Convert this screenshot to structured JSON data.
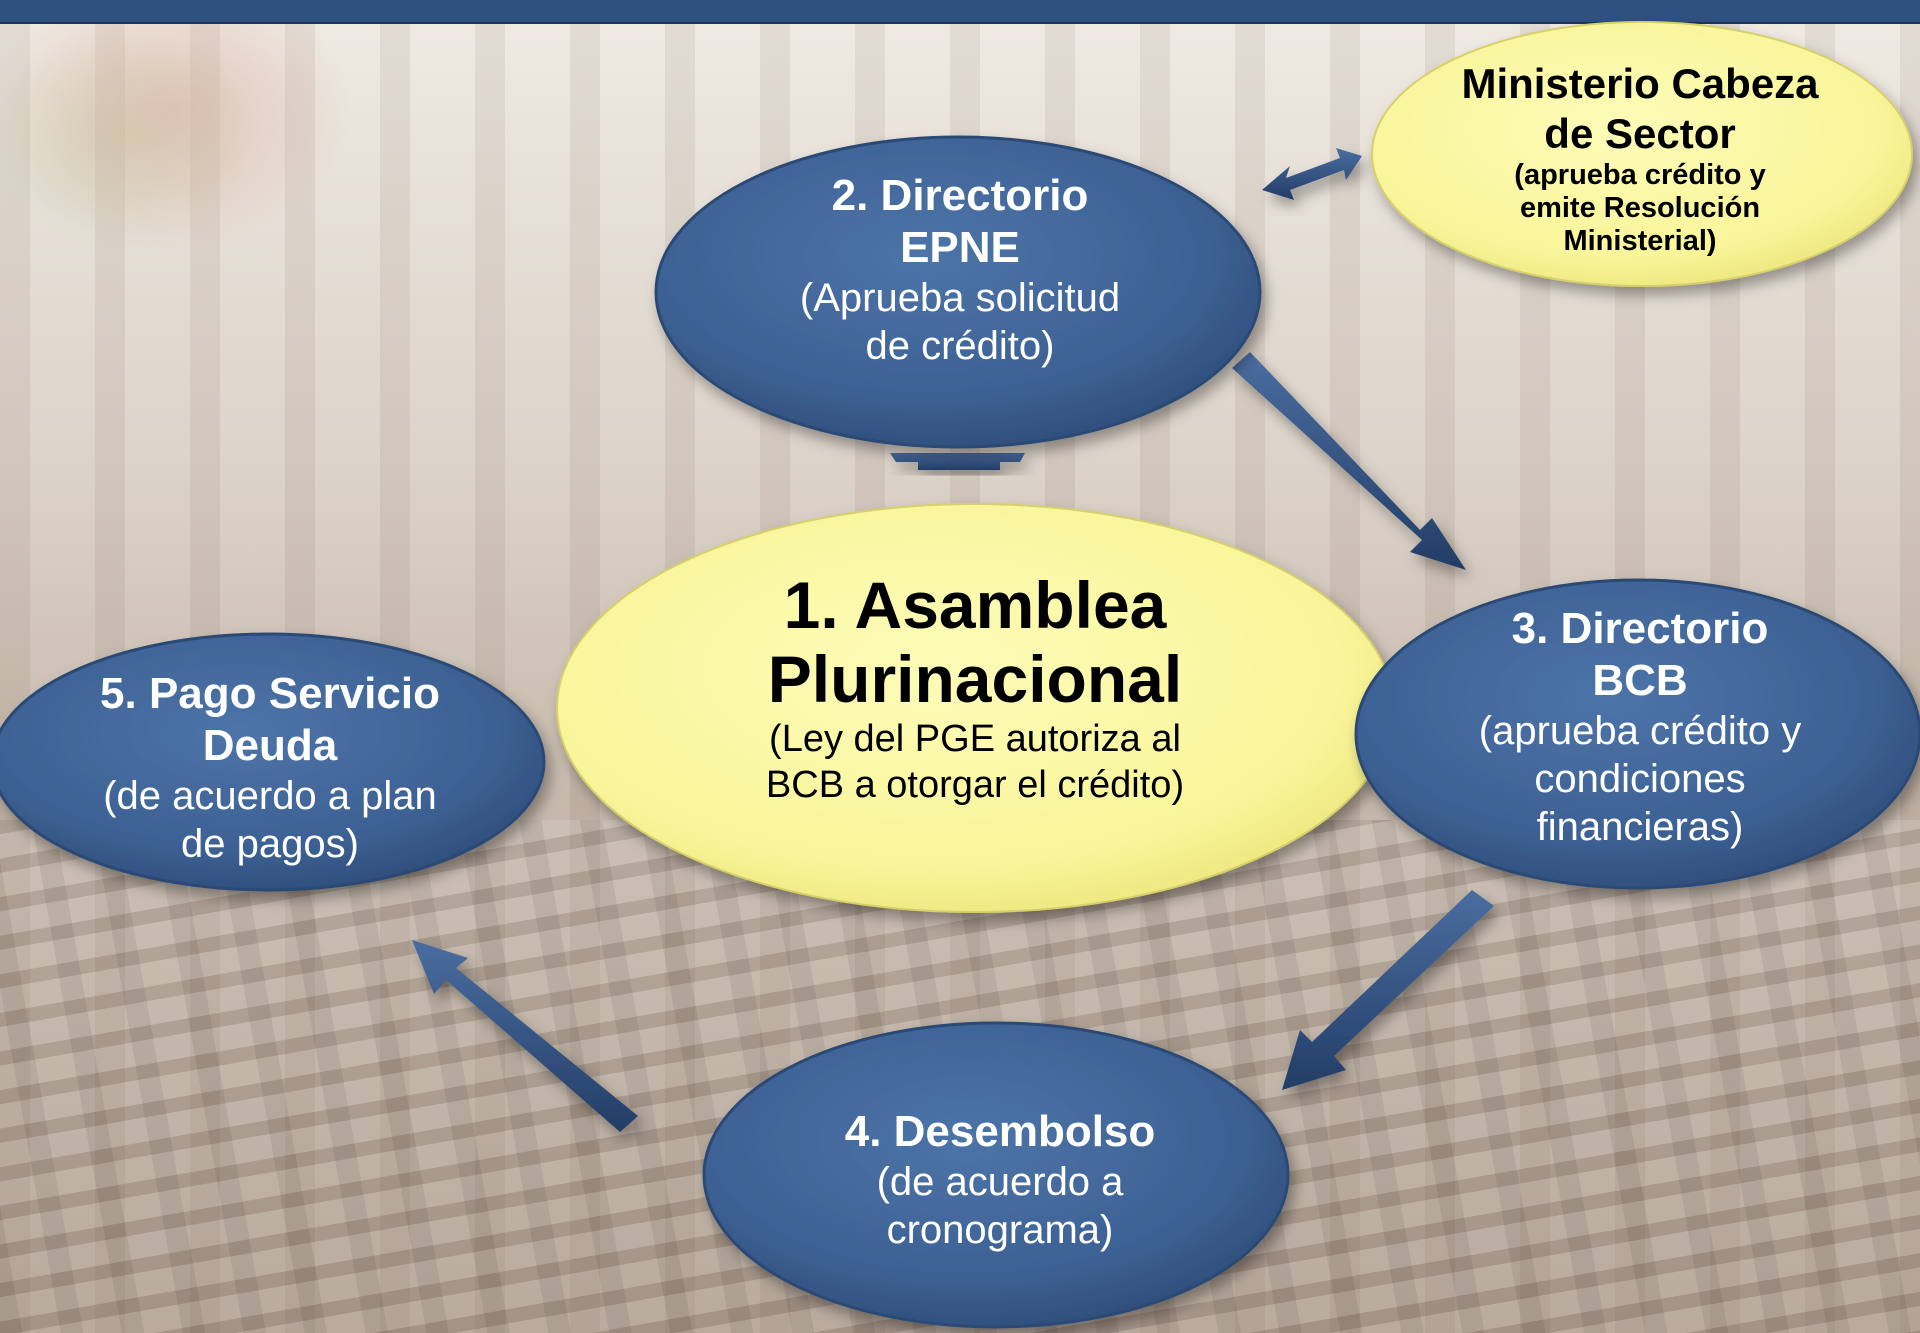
{
  "nodes": {
    "asamblea": {
      "title": "1. Asamblea Plurinacional",
      "title_line1": "1. Asamblea",
      "title_line2": "Plurinacional",
      "desc_line1": "(Ley del PGE autoriza al",
      "desc_line2": "BCB a otorgar el crédito)"
    },
    "directorio_epne": {
      "title_line1": "2. Directorio",
      "title_line2": "EPNE",
      "desc_line1": "(Aprueba solicitud",
      "desc_line2": "de crédito)"
    },
    "directorio_bcb": {
      "title_line1": "3. Directorio",
      "title_line2": "BCB",
      "desc_line1": "(aprueba crédito y",
      "desc_line2": "condiciones",
      "desc_line3": "financieras)"
    },
    "desembolso": {
      "title_line1": "4. Desembolso",
      "desc_line1": "(de acuerdo a",
      "desc_line2": "cronograma)"
    },
    "pago_servicio": {
      "title_line1": "5. Pago Servicio",
      "title_line2": "Deuda",
      "desc_line1": "(de acuerdo a plan",
      "desc_line2": "de pagos)"
    },
    "ministerio": {
      "title_line1": "Ministerio Cabeza",
      "title_line2": "de Sector",
      "desc_line1": "(aprueba crédito y",
      "desc_line2": "emite Resolución",
      "desc_line3": "Ministerial)"
    }
  },
  "colors": {
    "blue_node": "#3f6496",
    "blue_node_edge": "#2b4a75",
    "yellow_node": "#fbf9a0",
    "arrow": "#2f4f82",
    "title_bar": "#2f5181"
  }
}
